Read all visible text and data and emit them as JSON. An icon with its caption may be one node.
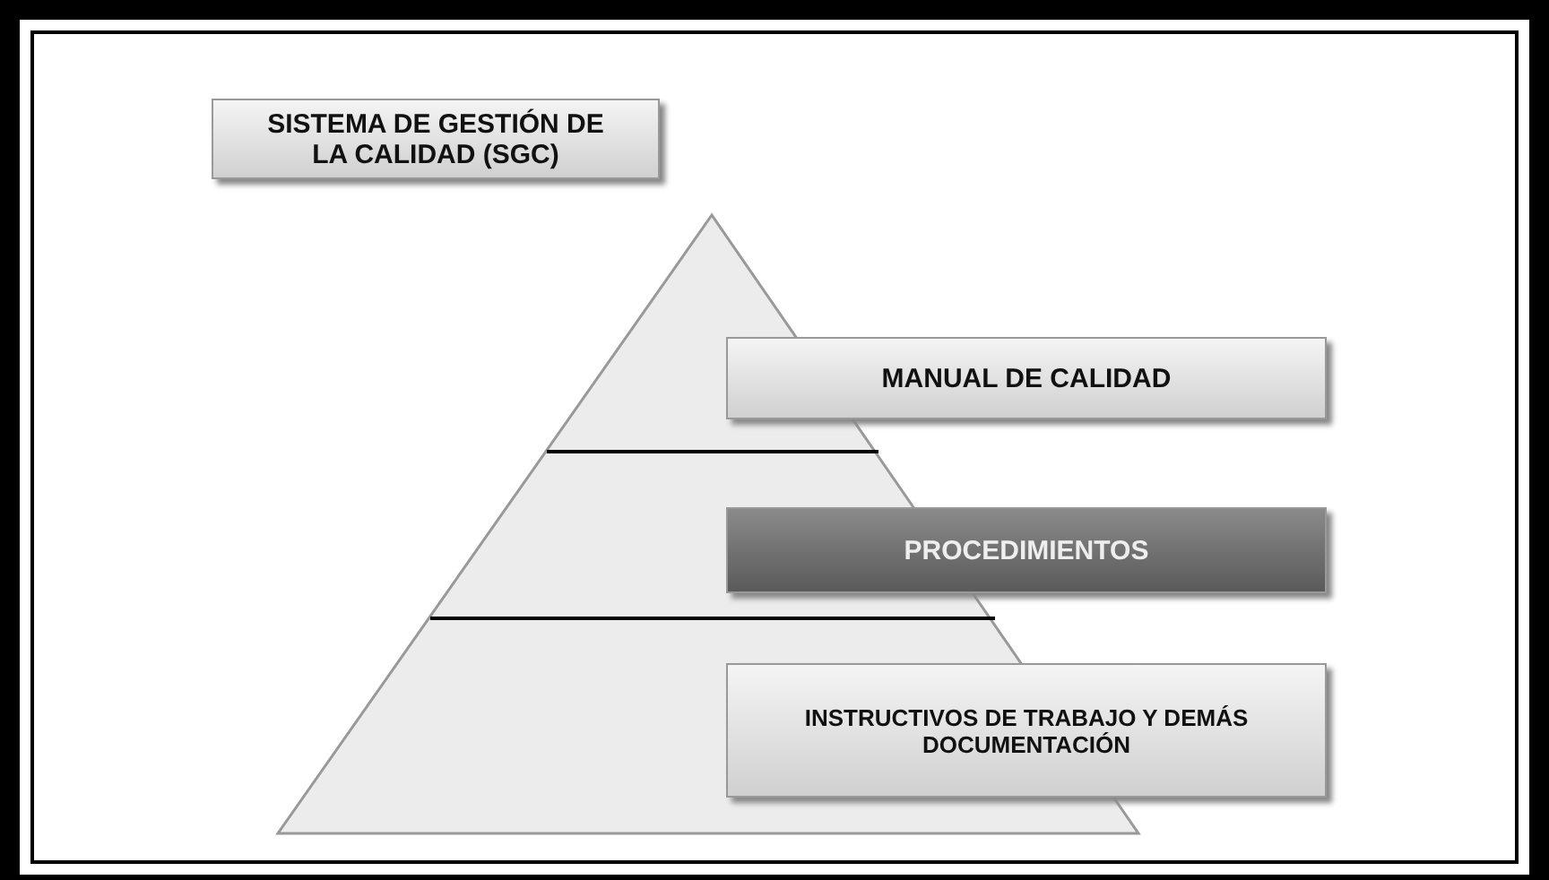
{
  "diagram": {
    "nodes": [
      {
        "text": [
          "SISTEMA DE GESTIÓN DE LA CALIDAD (SGC)"
        ]
      },
      {
        "text": [
          "MANUAL DE CALIDAD"
        ]
      },
      {
        "text": [
          "PROCEDIMIENTOS"
        ]
      },
      {
        "text": [
          "INSTRUCTIVOS DE TRABAJO Y DEMÁS DOCUMENTACIÓN"
        ]
      }
    ],
    "edges": []
  }
}
